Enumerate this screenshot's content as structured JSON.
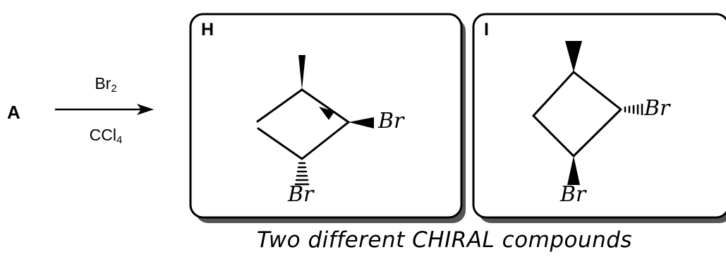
{
  "reaction": {
    "reactant": "A",
    "reagent_top_main": "Br",
    "reagent_top_sub": "2",
    "reagent_bottom_main": "CCl",
    "reagent_bottom_sub": "4"
  },
  "products": [
    {
      "label": "H",
      "substituents": [
        "Br",
        "Br"
      ]
    },
    {
      "label": "I",
      "substituents": [
        "Br",
        "Br"
      ]
    }
  ],
  "caption": "Two different CHIRAL compounds"
}
